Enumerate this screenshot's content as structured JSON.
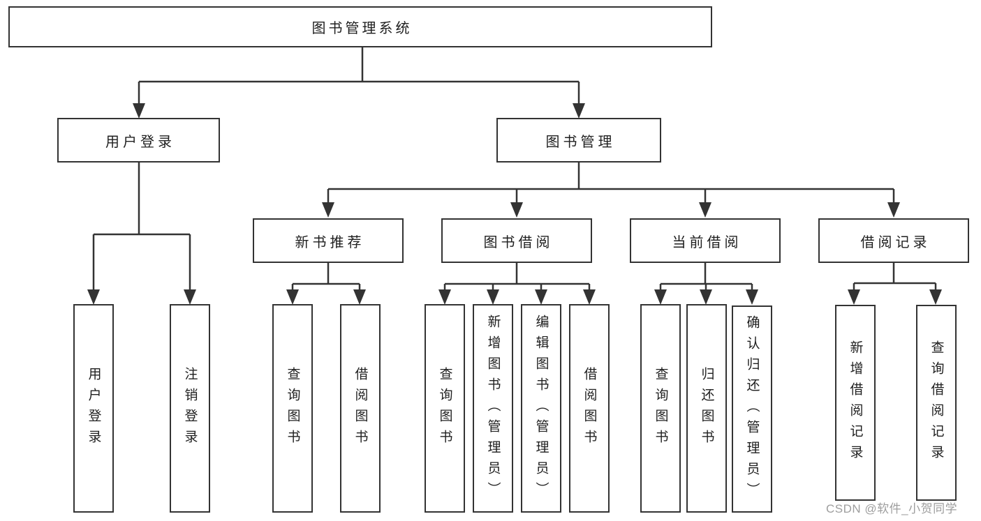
{
  "tree": {
    "label": "图书管理系统",
    "children": [
      {
        "label": "用户登录",
        "children": [
          {
            "label": "用户登录"
          },
          {
            "label": "注销登录"
          }
        ]
      },
      {
        "label": "图书管理",
        "children": [
          {
            "label": "新书推荐",
            "children": [
              {
                "label": "查询图书"
              },
              {
                "label": "借阅图书"
              }
            ]
          },
          {
            "label": "图书借阅",
            "children": [
              {
                "label": "查询图书"
              },
              {
                "label": "新增图书（管理员）"
              },
              {
                "label": "编辑图书（管理员）"
              },
              {
                "label": "借阅图书"
              }
            ]
          },
          {
            "label": "当前借阅",
            "children": [
              {
                "label": "查询图书"
              },
              {
                "label": "归还图书"
              },
              {
                "label": "确认归还（管理员）"
              }
            ]
          },
          {
            "label": "借阅记录",
            "children": [
              {
                "label": "新增借阅记录"
              },
              {
                "label": "查询借阅记录"
              }
            ]
          }
        ]
      }
    ]
  },
  "watermark": "CSDN @软件_小贺同学",
  "colors": {
    "line": "#333333",
    "text": "#1f1f1f",
    "watermark": "#9e9e9e"
  }
}
